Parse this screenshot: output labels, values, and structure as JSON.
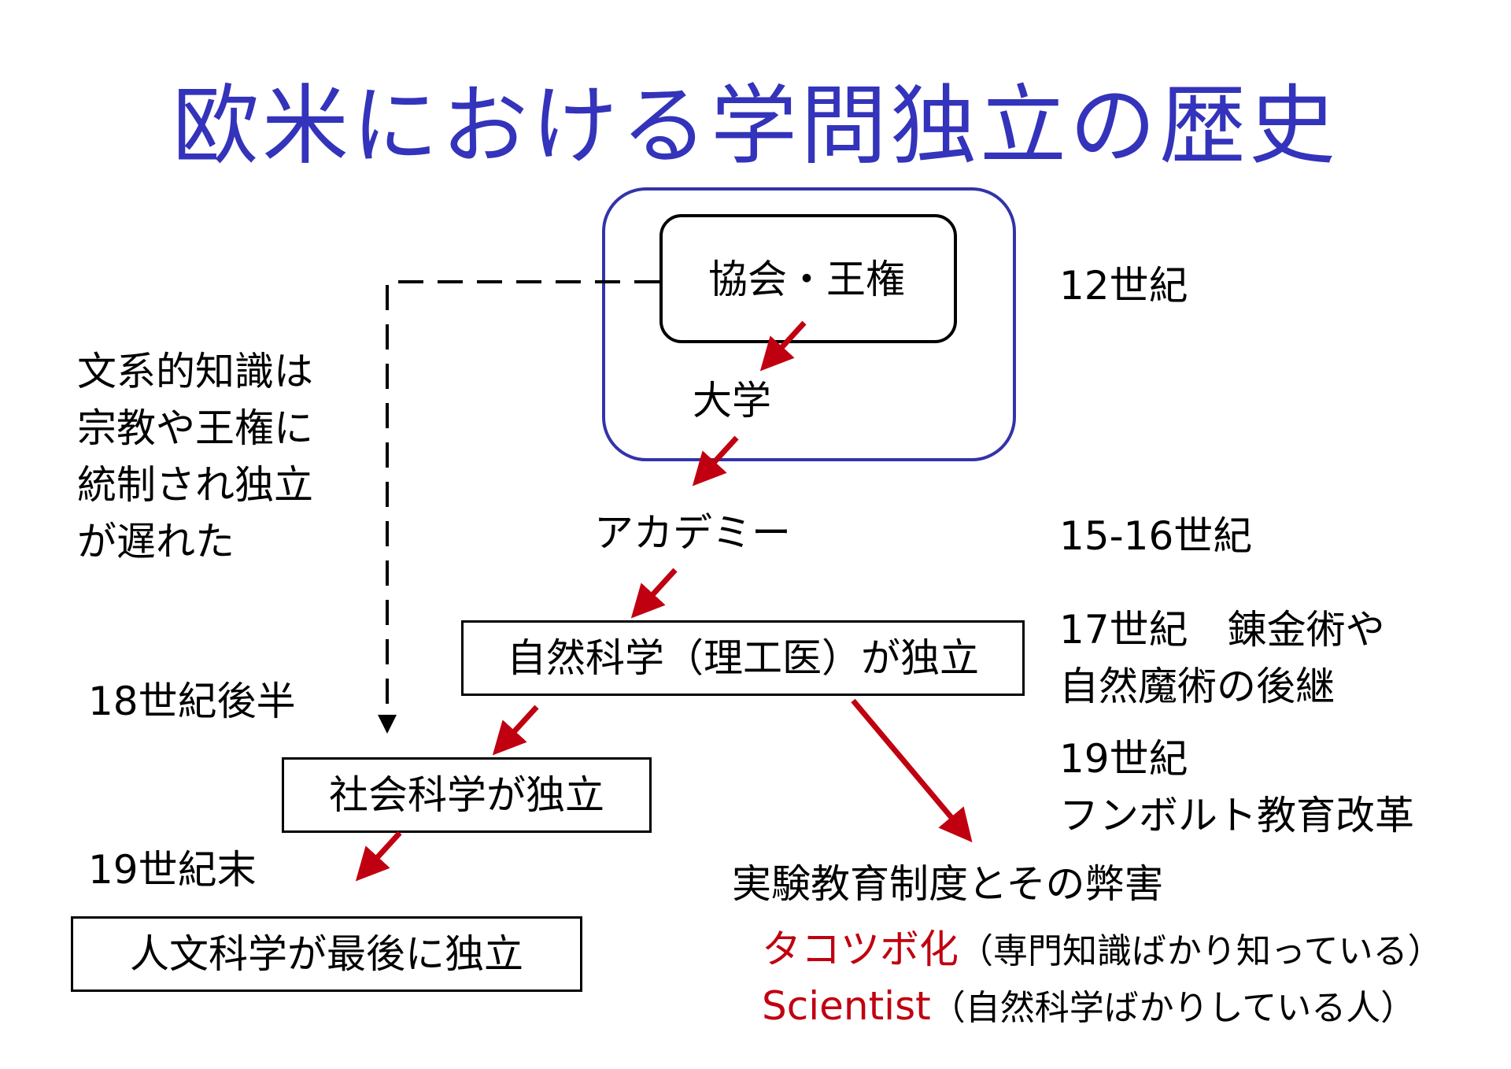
{
  "title": "欧米における学問独立の歴史",
  "colors": {
    "title": "#3333bb",
    "arrow": "#c00010",
    "outer_border": "#3333aa",
    "accent_text": "#c00010"
  },
  "nodes": {
    "church_royal": "協会・王権",
    "university": "大学",
    "academy": "アカデミー",
    "natural_science": "自然科学（理工医）が独立",
    "social_science": "社会科学が独立",
    "humanities": "人文科学が最後に独立"
  },
  "left_note": [
    "文系的知識は",
    "宗教や王権に",
    "統制され独立",
    "が遅れた"
  ],
  "periods": {
    "c12": "12世紀",
    "c15_16": "15-16世紀",
    "c17": [
      "17世紀　錬金術や",
      "自然魔術の後継"
    ],
    "c19": [
      "19世紀",
      "フンボルト教育改革"
    ],
    "c18_late": "18世紀後半",
    "c19_end": "19世紀末"
  },
  "consequence": {
    "heading": "実験教育制度とその弊害",
    "item1_term": "タコツボ化",
    "item1_desc": "（専門知識ばかり知っている）",
    "item2_term": "Scientist",
    "item2_desc": "（自然科学ばかりしている人）"
  }
}
